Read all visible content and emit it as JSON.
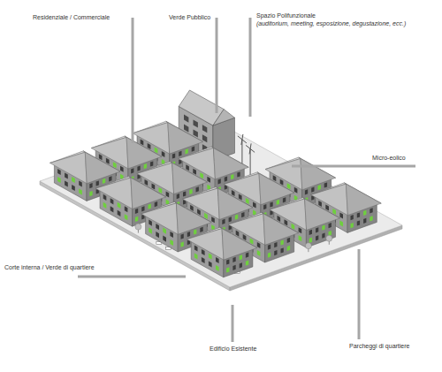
{
  "diagram": {
    "labels": [
      "Residenziale / Commerciale",
      "Verde Pubblico",
      "Spazio Polifunzionale",
      "(auditorium, meeting, esposizione, degustazione, ecc.)",
      "Micro-eolico",
      "Corte interna / Verde di quartiere",
      "Edificio Esistente",
      "Parcheggi di quartiere"
    ]
  }
}
